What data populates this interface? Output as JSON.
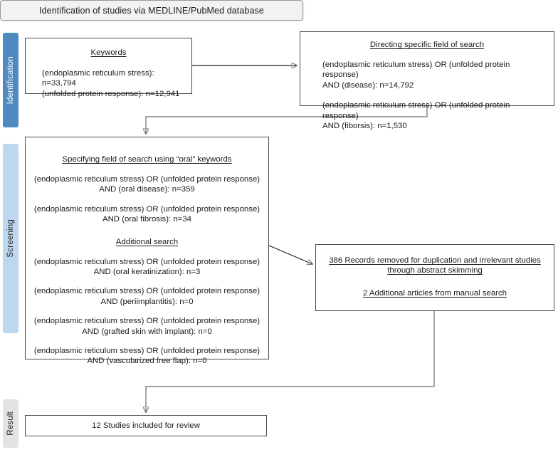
{
  "header": {
    "title": "Identification of studies via MEDLINE/PubMed database"
  },
  "phases": [
    {
      "id": "identification",
      "label": "Identification",
      "color": "#4e8ac0",
      "text_color": "#ffffff"
    },
    {
      "id": "screening",
      "label": "Screening",
      "color": "#bdd7f0",
      "text_color": "#232323"
    },
    {
      "id": "result",
      "label": "Result",
      "color": "#e3e3e3",
      "text_color": "#232323"
    }
  ],
  "boxes": {
    "keywords": {
      "title": "Keywords",
      "body": "(endoplasmic reticulum stress): n=33,794\n(unfolded protein response): n=12,941"
    },
    "directing": {
      "title": "Directing specific field of search",
      "body_1": "(endoplasmic reticulum stress) OR (unfolded protein response)\nAND (disease): n=14,792",
      "body_2": "(endoplasmic reticulum stress) OR (unfolded protein response)\nAND (fiborsis): n=1,530"
    },
    "screening": {
      "title": "Specifying field of search using “oral” keywords",
      "body_1": "(endoplasmic reticulum stress) OR (unfolded protein response)\nAND (oral disease): n=359",
      "body_2": "(endoplasmic reticulum stress) OR (unfolded protein response)\nAND (oral fibrosis): n=34",
      "subtitle": "Additional search",
      "body_3": "(endoplasmic reticulum stress) OR (unfolded protein response)\nAND (oral keratinization): n=3",
      "body_4": "(endoplasmic reticulum stress) OR (unfolded protein response)\nAND (periimplantitis): n=0",
      "body_5": "(endoplasmic reticulum stress) OR (unfolded protein response)\nAND (grafted skin with implant): n=0",
      "body_6": "(endoplasmic reticulum stress) OR (unfolded protein response)\nAND (vascularized free flap): n=0"
    },
    "removed": {
      "body_1": "386 Records removed for duplication and irrelevant studies\nthrough abstract skimming",
      "body_2": "2 Additional articles from manual search"
    },
    "result": {
      "body": "12 Studies included for review"
    }
  },
  "chart_data": {
    "type": "diagram",
    "title": "Identification of studies via MEDLINE/PubMed database",
    "nodes": [
      {
        "id": "keywords",
        "phase": "Identification",
        "counts": {
          "endoplasmic reticulum stress": 33794,
          "unfolded protein response": 12941
        }
      },
      {
        "id": "directing",
        "phase": "Identification",
        "counts": {
          "AND (disease)": 14792,
          "AND (fiborsis)": 1530
        }
      },
      {
        "id": "screening",
        "phase": "Screening",
        "counts": {
          "AND (oral disease)": 359,
          "AND (oral fibrosis)": 34,
          "AND (oral keratinization)": 3,
          "AND (periimplantitis)": 0,
          "AND (grafted skin with implant)": 0,
          "AND (vascularized free flap)": 0
        }
      },
      {
        "id": "removed",
        "phase": "Screening",
        "counts": {
          "records removed": 386,
          "additional articles": 2
        }
      },
      {
        "id": "result",
        "phase": "Result",
        "counts": {
          "studies included": 12
        }
      }
    ],
    "edges": [
      {
        "from": "keywords",
        "to": "directing"
      },
      {
        "from": "directing",
        "to": "screening"
      },
      {
        "from": "screening",
        "to": "removed"
      },
      {
        "from": "removed",
        "to": "result"
      }
    ]
  }
}
